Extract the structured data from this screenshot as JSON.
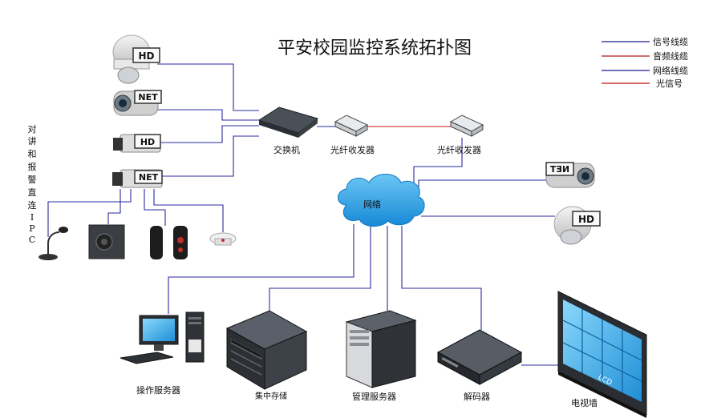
{
  "title": "平安校园监控系统拓扑图",
  "legend": [
    {
      "label": "信号线缆",
      "color": "#1a1a8c"
    },
    {
      "label": "音频线缆",
      "color": "#b01818"
    },
    {
      "label": "网络线缆",
      "color": "#1a1a8c"
    },
    {
      "label": "光信号",
      "color": "#c01010"
    }
  ],
  "cameras": {
    "dome_hd_badge": "HD",
    "bullet_net_badge": "NET",
    "box_hd_badge": "HD",
    "box_net_badge": "NET",
    "right_bullet_badge": "NET",
    "right_dome_badge": "HD"
  },
  "side_vertical_text": [
    "对",
    "讲",
    "和",
    "报",
    "警",
    "直",
    "连",
    "I",
    "P",
    "C"
  ],
  "devices": {
    "switch": "交换机",
    "fiber_left": "光纤收发器",
    "fiber_right": "光纤收发器",
    "network": "网络",
    "op_server": "操作服务器",
    "storage": "集中存储",
    "mgmt_server": "管理服务器",
    "decoder": "解码器",
    "tv_wall": "电视墙",
    "lcd": "LCD"
  },
  "colors": {
    "signal_line": "#2a2aa0",
    "optical_line": "#c01818",
    "cloud": "#1e9ee6",
    "screen": "#39b0ea"
  }
}
